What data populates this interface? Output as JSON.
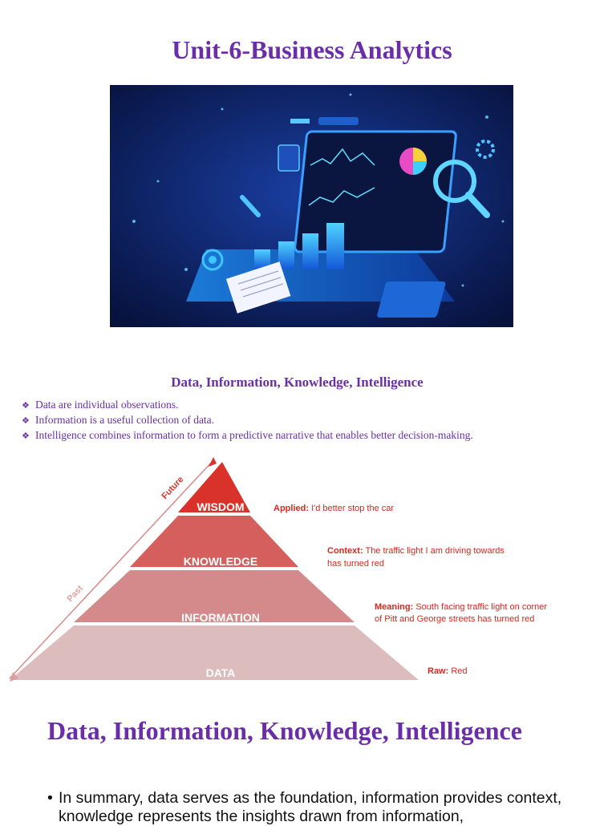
{
  "header": {
    "title": "Unit-6-Business Analytics"
  },
  "hero_image": {
    "description_icon": "analytics-laptop-illustration"
  },
  "section": {
    "heading": "Data, Information, Knowledge, Intelligence",
    "bullets": [
      "Data are individual observations.",
      "Information is a useful collection of data.",
      "Intelligence combines information to form a predictive narrative that enables better decision-making."
    ],
    "bullet_symbol": "❖"
  },
  "pyramid": {
    "axis_future": "Future",
    "axis_past": "Past",
    "levels": [
      {
        "label": "WISDOM",
        "annotation_key": "Applied:",
        "annotation_text": "I'd better stop the car",
        "annotation_line2": "",
        "color": "#d9322b"
      },
      {
        "label": "KNOWLEDGE",
        "annotation_key": "Context:",
        "annotation_text": "The traffic light I am driving towards",
        "annotation_line2": "has turned red",
        "color": "#d45f5c"
      },
      {
        "label": "INFORMATION",
        "annotation_key": "Meaning:",
        "annotation_text": "South facing traffic light on corner",
        "annotation_line2": "of Pitt and George streets has turned red",
        "color": "#d48a8a"
      },
      {
        "label": "DATA",
        "annotation_key": "Raw:",
        "annotation_text": "Red",
        "annotation_line2": "",
        "color": "#dcbcbc"
      }
    ]
  },
  "slide": {
    "title": "Data, Information, Knowledge, Intelligence",
    "summary": "In summary, data serves as the foundation, information provides context, knowledge represents the insights drawn from information,"
  },
  "colors": {
    "accent": "#6a2fa8",
    "annotation": "#d42a20",
    "hero_bg": "#0b1e5c"
  }
}
